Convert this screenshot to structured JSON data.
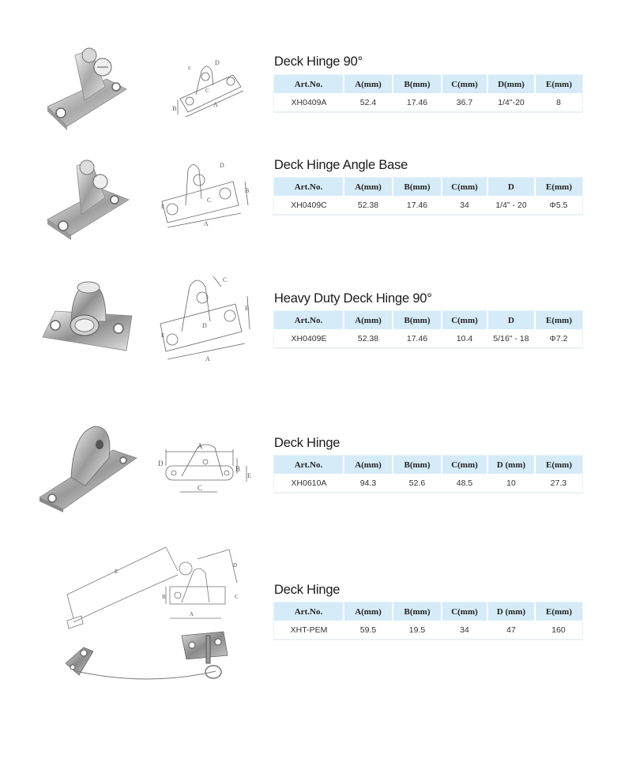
{
  "columns_default": [
    "Art.No.",
    "A(mm)",
    "B(mm)",
    "C(mm)",
    "D(mm)",
    "E(mm)"
  ],
  "products": [
    {
      "title": "Deck Hinge 90°",
      "headers": [
        "Art.No.",
        "A(mm)",
        "B(mm)",
        "C(mm)",
        "D(mm)",
        "E(mm)"
      ],
      "row": [
        "XH0409A",
        "52.4",
        "17.46",
        "36.7",
        "1/4\"-20",
        "8"
      ],
      "diagram_labels": [
        "A",
        "B",
        "C",
        "D",
        "E"
      ]
    },
    {
      "title": "Deck Hinge Angle Base",
      "headers": [
        "Art.No.",
        "A(mm)",
        "B(mm)",
        "C(mm)",
        "D",
        "E(mm)"
      ],
      "row": [
        "XH0409C",
        "52.38",
        "17.46",
        "34",
        "1/4\" - 20",
        "Φ5.5"
      ],
      "diagram_labels": [
        "A",
        "B",
        "C",
        "D",
        "E"
      ]
    },
    {
      "title": "Heavy Duty Deck Hinge 90°",
      "headers": [
        "Art.No.",
        "A(mm)",
        "B(mm)",
        "C(mm)",
        "D",
        "E(mm)"
      ],
      "row": [
        "XH0409E",
        "52.38",
        "17.46",
        "10.4",
        "5/16\" - 18",
        "Φ7.2"
      ],
      "diagram_labels": [
        "A",
        "B",
        "C",
        "D",
        "E"
      ]
    },
    {
      "title": "Deck Hinge",
      "headers": [
        "Art.No.",
        "A(mm)",
        "B(mm)",
        "C(mm)",
        "D (mm)",
        "E(mm)"
      ],
      "row": [
        "XH0610A",
        "94.3",
        "52.6",
        "48.5",
        "10",
        "27.3"
      ],
      "diagram_labels": [
        "A",
        "B",
        "C",
        "D",
        "E"
      ]
    },
    {
      "title": "Deck Hinge",
      "headers": [
        "Art.No.",
        "A(mm)",
        "B(mm)",
        "C(mm)",
        "D (mm)",
        "E(mm)"
      ],
      "row": [
        "XHT-PEM",
        "59.5",
        "19.5",
        "34",
        "47",
        "160"
      ],
      "diagram_labels": [
        "A",
        "B",
        "C",
        "D",
        "E"
      ]
    }
  ],
  "colors": {
    "header_bg": "#d5ebf8",
    "row_bg": "#ffffff",
    "border": "#e6f0f6",
    "text": "#222222"
  }
}
